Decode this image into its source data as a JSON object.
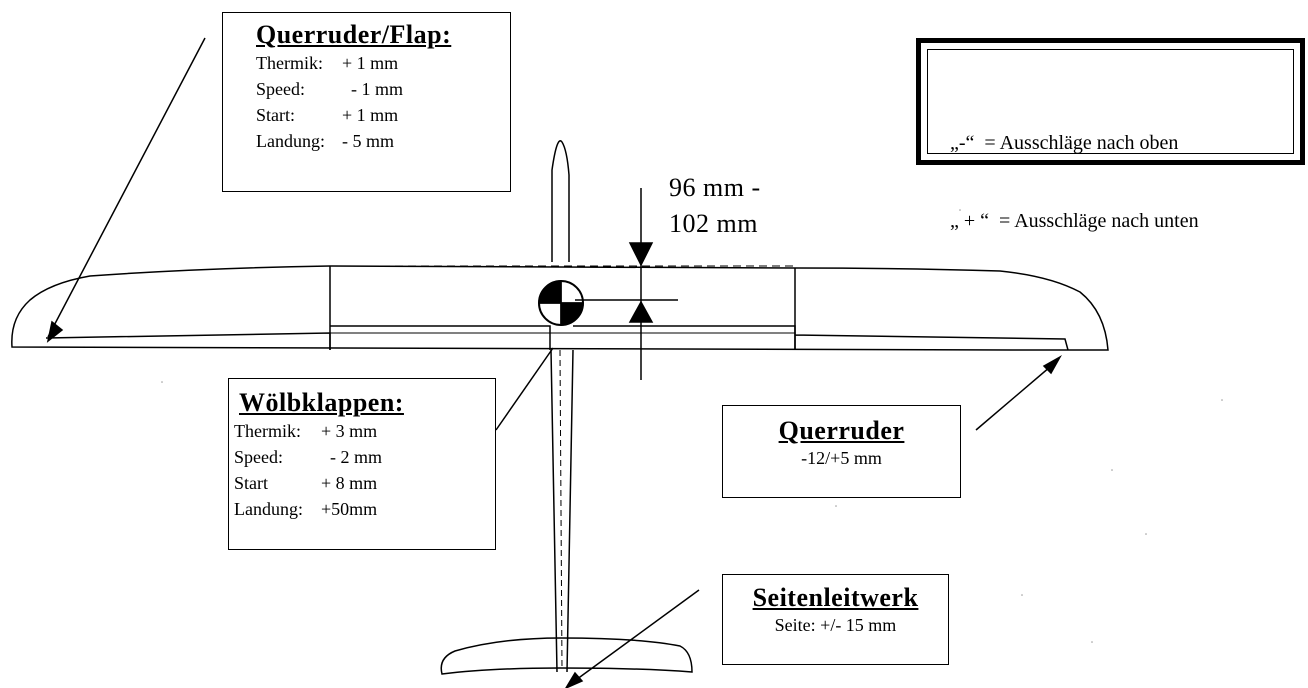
{
  "querruder_flap": {
    "title": "Querruder/Flap:",
    "rows": [
      {
        "label": "Thermik:",
        "value": "+ 1 mm"
      },
      {
        "label": "Speed:",
        "value": "  - 1 mm"
      },
      {
        "label": "Start:",
        "value": "+ 1 mm"
      },
      {
        "label": "Landung:",
        "value": "- 5 mm"
      }
    ]
  },
  "woelbklappen": {
    "title": "Wölbklappen:",
    "rows": [
      {
        "label": "Thermik:",
        "value": "+ 3 mm"
      },
      {
        "label": "Speed:",
        "value": "  - 2 mm"
      },
      {
        "label": "Start",
        "value": "+ 8 mm"
      },
      {
        "label": "Landung:",
        "value": "+50mm"
      }
    ]
  },
  "querruder": {
    "title": "Querruder",
    "value": "-12/+5 mm"
  },
  "seitenleitwerk": {
    "title": "Seitenleitwerk",
    "value": "Seite: +/- 15 mm"
  },
  "legend": {
    "line1": "„-“  = Ausschläge nach oben",
    "line2": "„ + “  = Ausschläge nach unten"
  },
  "cg_dimension": {
    "line1": "96 mm -",
    "line2": "102 mm"
  }
}
